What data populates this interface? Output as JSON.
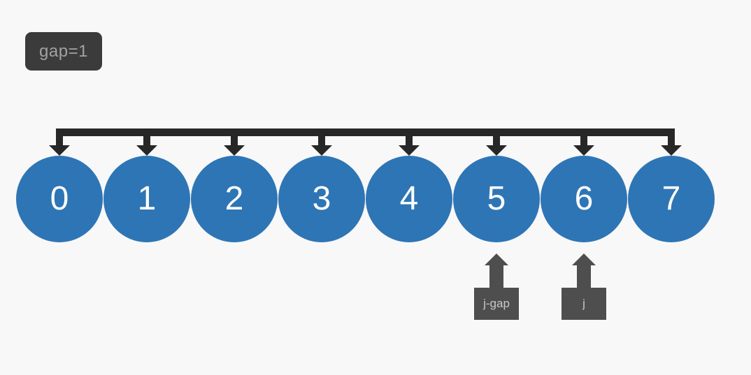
{
  "badge": {
    "label": "gap=1"
  },
  "array": {
    "values": [
      "0",
      "1",
      "2",
      "3",
      "4",
      "5",
      "6",
      "7"
    ]
  },
  "pointers": [
    {
      "label": "j-gap",
      "index": 5
    },
    {
      "label": "j",
      "index": 6
    }
  ],
  "colors": {
    "background": "#f8f8f8",
    "node_fill": "#2e75b5",
    "node_text": "#ffffff",
    "bracket": "#272727",
    "badge_bg": "#3b3b3b",
    "badge_text": "#a2a2a2",
    "pointer_bg": "#4e4e4e",
    "pointer_text": "#c9c9c9"
  }
}
